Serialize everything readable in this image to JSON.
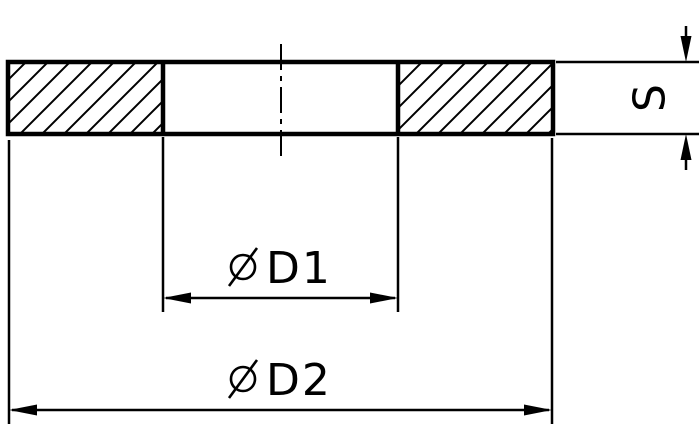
{
  "drawing": {
    "background_color": "#ffffff",
    "line_color": "#000000",
    "labels": {
      "inner_diameter": {
        "symbol": "⌀",
        "text": "D1"
      },
      "outer_diameter": {
        "symbol": "⌀",
        "text": "D2"
      },
      "thickness": {
        "text": "S"
      }
    }
  }
}
